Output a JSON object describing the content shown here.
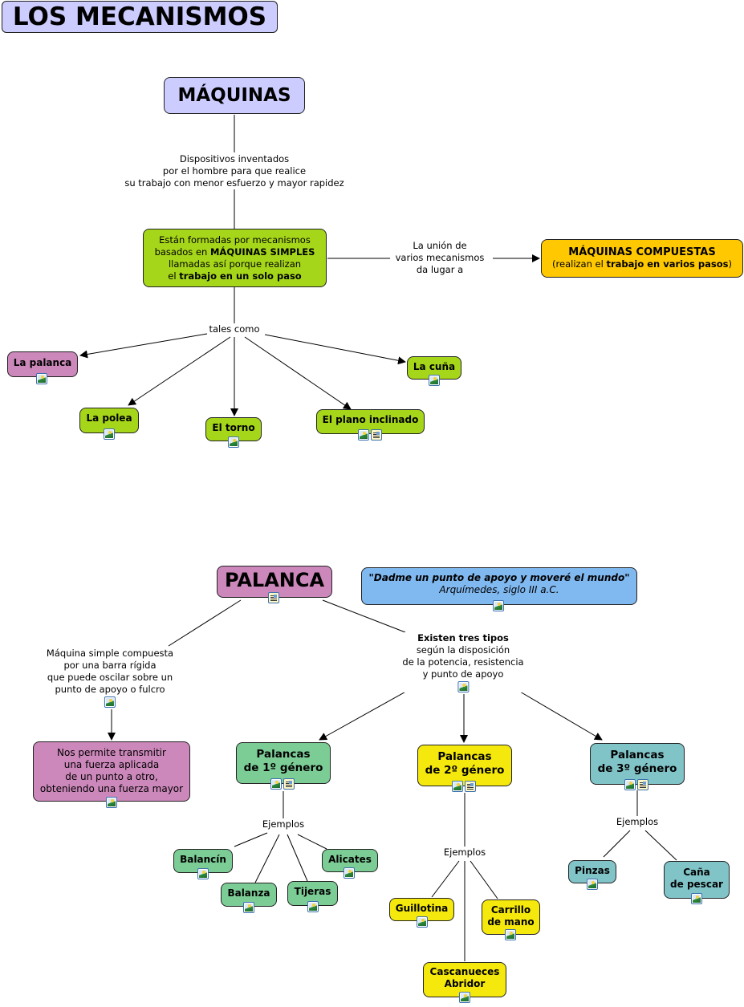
{
  "title": "LOS MECANISMOS",
  "maquinas": {
    "title": "MÁQUINAS",
    "link_definition": [
      "Dispositivos inventados",
      "por el hombre para que realice",
      "su trabajo con menor esfuerzo y mayor rapidez"
    ],
    "simples_box": {
      "line1": "Están formadas por mecanismos",
      "line2_pre": "basados en ",
      "line2_bold": "MÁQUINAS SIMPLES",
      "line3": "llamadas así porque realizan",
      "line4_pre": "el ",
      "line4_bold": "trabajo en un solo paso"
    },
    "link_union": [
      "La unión de",
      "varios mecanismos",
      "da lugar a"
    ],
    "compuestas": {
      "title": "MÁQUINAS COMPUESTAS",
      "sub_pre": "(realizan el ",
      "sub_bold": "trabajo en varios pasos",
      "sub_post": ")"
    },
    "link_tales": "tales como",
    "simples": [
      {
        "label": "La palanca",
        "icons": [
          "image-icon"
        ]
      },
      {
        "label": "La polea",
        "icons": [
          "image-icon"
        ]
      },
      {
        "label": "El torno",
        "icons": [
          "image-icon"
        ]
      },
      {
        "label": "El plano inclinado",
        "icons": [
          "image-icon",
          "document-icon"
        ]
      },
      {
        "label": "La cuña",
        "icons": [
          "image-icon"
        ]
      }
    ]
  },
  "palanca": {
    "title": "PALANCA",
    "quote": {
      "text": "\"Dadme un punto de apoyo y moveré el mundo\"",
      "author": "Arquímedes, siglo III a.C."
    },
    "definition": [
      "Máquina simple compuesta",
      "por una barra rígida",
      "que puede oscilar sobre un",
      "punto de apoyo o fulcro"
    ],
    "purpose": [
      "Nos permite transmitir",
      "una fuerza aplicada",
      "de un punto a otro,",
      "obteniendo una fuerza mayor"
    ],
    "tipos_link": {
      "bold": "Existen tres tipos",
      "lines": [
        "según la disposición",
        "de la potencia, resistencia",
        "y punto de apoyo"
      ]
    },
    "examples_label": "Ejemplos",
    "genero1": {
      "title": [
        "Palancas",
        "de 1º género"
      ],
      "examples": [
        "Balancín",
        "Balanza",
        "Tijeras",
        "Alicates"
      ]
    },
    "genero2": {
      "title": [
        "Palancas",
        "de 2º género"
      ],
      "examples": [
        "Guillotina",
        "Carrillo de mano",
        "Cascanueces Abridor"
      ],
      "carrillo": [
        "Carrillo",
        "de mano"
      ],
      "cascanueces": [
        "Cascanueces",
        "Abridor"
      ]
    },
    "genero3": {
      "title": [
        "Palancas",
        "de 3º género"
      ],
      "examples": [
        "Pinzas",
        "Caña de pescar"
      ],
      "cana": [
        "Caña",
        "de pescar"
      ]
    }
  },
  "colors": {
    "title_bg": "#ccccff",
    "simple_green": "#a6d61a",
    "compuestas_orange": "#ffc800",
    "palanca_pink": "#cc88bb",
    "quote_blue": "#80b8f0",
    "genero1_mint": "#7ccc96",
    "genero2_yellow": "#f5e80c",
    "genero3_teal": "#80c4c8"
  }
}
